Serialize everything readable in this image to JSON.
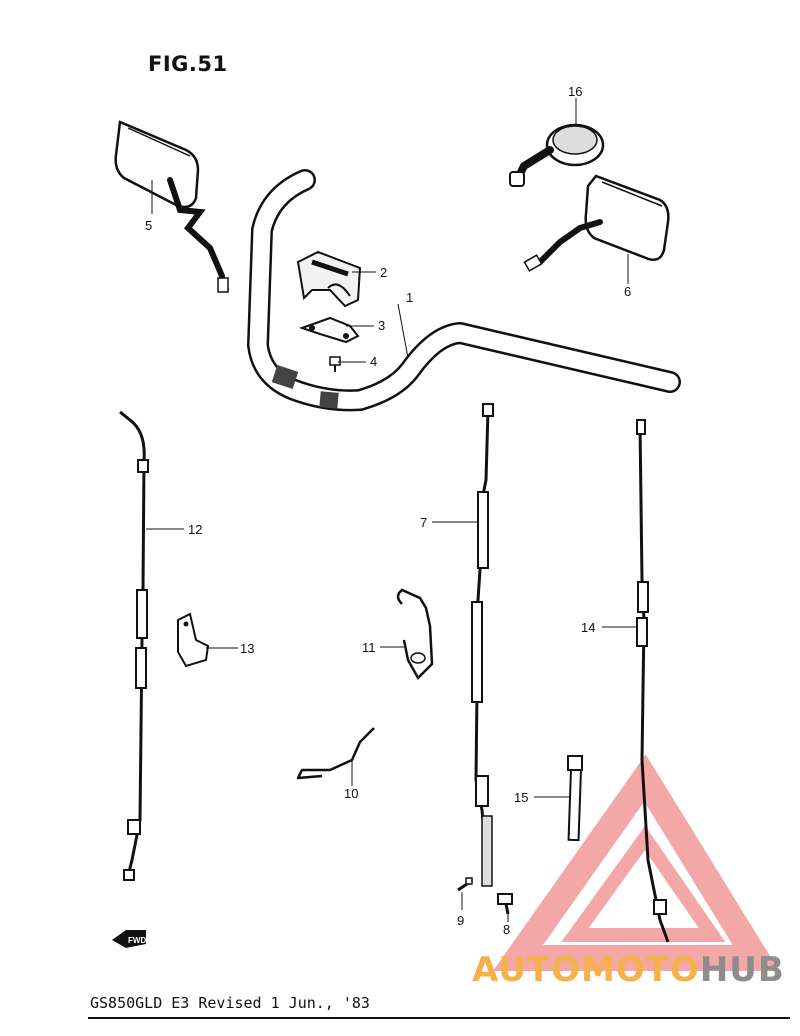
{
  "figure": {
    "title": "FIG.51"
  },
  "footer": {
    "text": "GS850GLD E3 Revised 1 Jun., '83"
  },
  "fwd_label": "FWD",
  "parts": [
    {
      "number": "1",
      "name": "handlebar"
    },
    {
      "number": "2",
      "name": "handlebar-holder-upper"
    },
    {
      "number": "3",
      "name": "handlebar-holder-plate"
    },
    {
      "number": "4",
      "name": "holder-bolt"
    },
    {
      "number": "5",
      "name": "mirror-left"
    },
    {
      "number": "6",
      "name": "mirror-right"
    },
    {
      "number": "7",
      "name": "clutch-cable"
    },
    {
      "number": "8",
      "name": "cable-bolt"
    },
    {
      "number": "9",
      "name": "cable-screw"
    },
    {
      "number": "10",
      "name": "cable-guide-wire"
    },
    {
      "number": "11",
      "name": "cable-clamp"
    },
    {
      "number": "12",
      "name": "throttle-cable-left"
    },
    {
      "number": "13",
      "name": "cable-holder"
    },
    {
      "number": "14",
      "name": "throttle-cable-right"
    },
    {
      "number": "15",
      "name": "cable-band"
    },
    {
      "number": "16",
      "name": "choke-lever"
    }
  ],
  "watermark": {
    "part1": "AUTO",
    "part2": "MOTO",
    "part3": "HUB",
    "colors": {
      "red": "#f08a8a",
      "amber": "#f5b14a",
      "grey": "#8d8d8d"
    }
  }
}
